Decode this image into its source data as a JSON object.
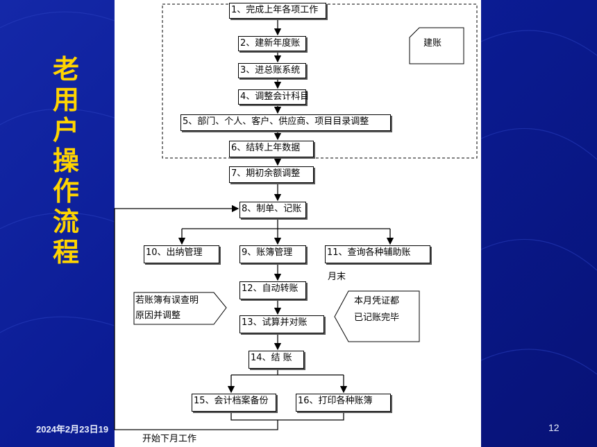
{
  "slide": {
    "side_title": [
      "老",
      "用",
      "户",
      "操",
      "作",
      "流",
      "程"
    ],
    "date": "2024年2月23日19",
    "page_number": "12"
  },
  "flow": {
    "step1": "1、完成上年各项工作",
    "step2": "2、建新年度账",
    "step3": "3、进总账系统",
    "step4": "4、调整会计科目",
    "step5": "5、部门、个人、客户、供应商、项目目录调整",
    "step6": "6、结转上年数据",
    "step7": "7、期初余额调整",
    "step8": "8、制单、记账",
    "step10": "10、出纳管理",
    "step9": "9、账簿管理",
    "step11": "11、查询各种辅助账",
    "month_end": "月末",
    "step12": "12、自动转账",
    "step13": "13、试算并对账",
    "step14": "14、结 账",
    "step15": "15、会计档案备份",
    "step16": "16、打印各种账簿",
    "next_month": "开始下月工作"
  },
  "notes": {
    "build": "建账",
    "error_line1": "若账簿有误查明",
    "error_line2": "原因并调整",
    "voucher_line1": "本月凭证都",
    "voucher_line2": "已记账完毕"
  }
}
